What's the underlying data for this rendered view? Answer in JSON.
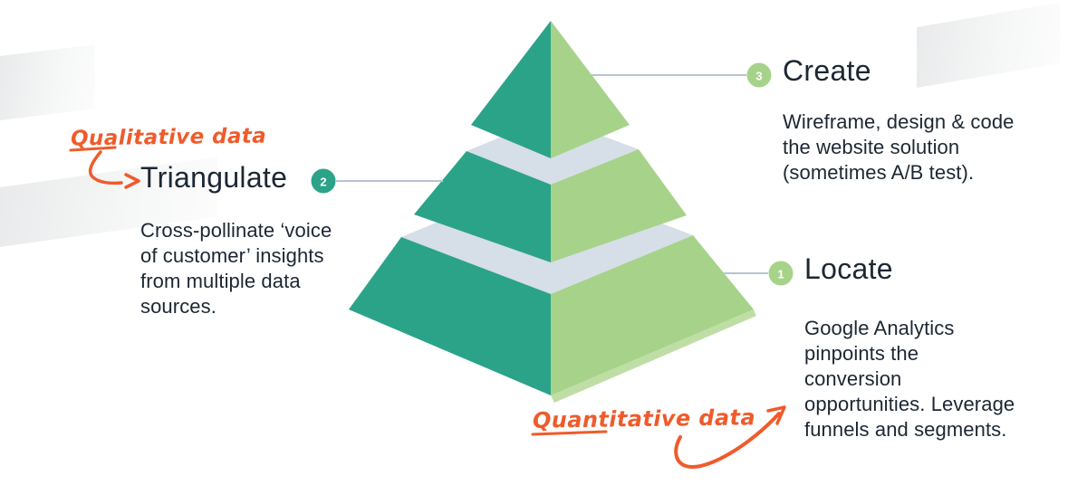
{
  "colors": {
    "teal": "#2BA389",
    "green": "#A6D389",
    "green_light": "#BFDEA6",
    "band_gray": "#D6DEE8",
    "connector_gray": "#B7C3CF",
    "text_dark": "#1C2733",
    "orange": "#EF5B2B",
    "badge_number": "#FFFFFF",
    "background": "#FFFFFF"
  },
  "sections": {
    "create": {
      "badge": "3",
      "badge_color": "#A6D389",
      "title": "Create",
      "lines": [
        "Wireframe, design & code",
        "the website solution",
        "(sometimes A/B test)."
      ]
    },
    "triangulate": {
      "badge": "2",
      "badge_color": "#2BA389",
      "title": "Triangulate",
      "lines": [
        "Cross-pollinate ‘voice",
        "of customer’ insights",
        "from multiple data",
        "sources."
      ]
    },
    "locate": {
      "badge": "1",
      "badge_color": "#A6D389",
      "title": "Locate",
      "lines": [
        "Google Analytics",
        "pinpoints the",
        "conversion",
        "opportunities. Leverage",
        "funnels and segments."
      ]
    }
  },
  "annotations": {
    "qualitative": {
      "label": "Qualitative data"
    },
    "quantitative": {
      "label": "Quantitative data"
    }
  }
}
